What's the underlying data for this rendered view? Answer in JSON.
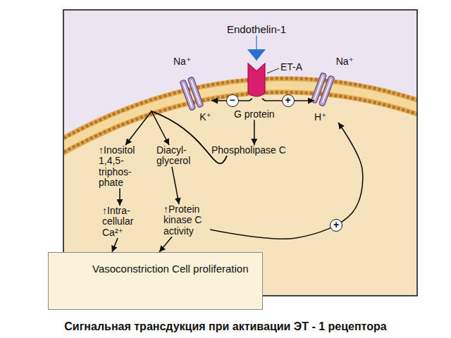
{
  "diagram": {
    "caption": "Сигнальная трансдукция при активации ЭТ - 1 рецептора",
    "nodes": [
      {
        "text": [
          "Endothelin-1"
        ]
      },
      {
        "text": [
          "ET-A"
        ]
      },
      {
        "text": [
          "Na⁺",
          "K⁺"
        ]
      },
      {
        "text": [
          "Na⁺",
          "H⁺"
        ]
      },
      {
        "text": [
          "G protein"
        ]
      },
      {
        "text": [
          "Phospholipase C"
        ]
      },
      {
        "text": [
          "↑Inositol 1,4,5- triphos- phate"
        ]
      },
      {
        "text": [
          "Diacyl- glycerol"
        ]
      },
      {
        "text": [
          "↑Intra- cellular Ca²⁺"
        ]
      },
      {
        "text": [
          "↑Protein kinase C activity"
        ]
      },
      {
        "text": [
          "Vasoconstriction Cell proliferation"
        ]
      }
    ],
    "edges": [
      {
        "from": 0,
        "to": 1,
        "arrow": "to"
      },
      {
        "from": 1,
        "to": 2,
        "arrow": "to",
        "label": "−"
      },
      {
        "from": 1,
        "to": 3,
        "arrow": "to",
        "label": "+"
      },
      {
        "from": 4,
        "to": 5,
        "arrow": "to"
      },
      {
        "from": 5,
        "to": 6,
        "arrow": "to"
      },
      {
        "from": 5,
        "to": 7,
        "arrow": "to"
      },
      {
        "from": 6,
        "to": 8,
        "arrow": "to"
      },
      {
        "from": 7,
        "to": 9,
        "arrow": "to"
      },
      {
        "from": 8,
        "to": 10,
        "arrow": "to"
      },
      {
        "from": 9,
        "to": 10,
        "arrow": "to"
      },
      {
        "from": 9,
        "to": 3,
        "arrow": "to",
        "label": "+"
      }
    ]
  }
}
